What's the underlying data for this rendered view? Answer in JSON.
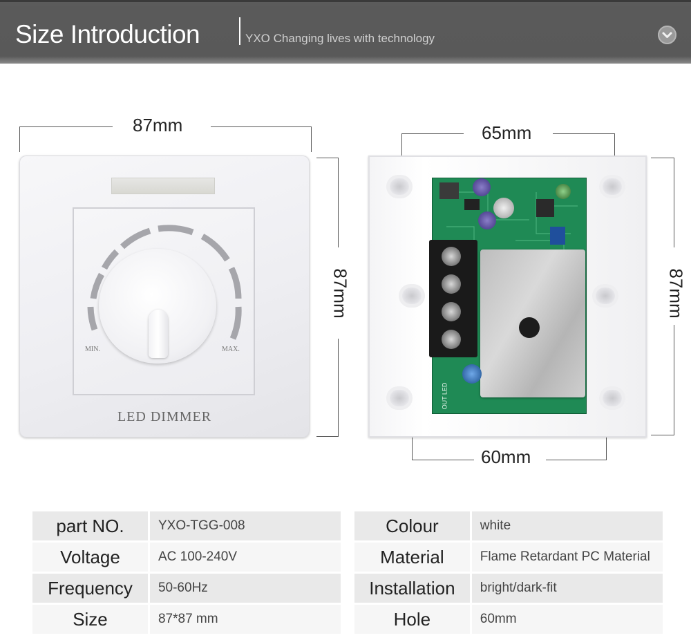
{
  "header": {
    "title": "Size Introduction",
    "tagline": "YXO Changing lives with technology",
    "chevron_icon": "chevron-down-icon"
  },
  "dimensions": {
    "front_width": "87mm",
    "front_height": "87mm",
    "back_top_width": "65mm",
    "back_height": "87mm",
    "back_bottom_width": "60mm"
  },
  "front_panel": {
    "label": "LED DIMMER",
    "min_label": "MIN.",
    "max_label": "MAX."
  },
  "back_panel": {
    "pcb_label": "OUT LED"
  },
  "specs_left": [
    {
      "key": "part NO.",
      "value": "YXO-TGG-008"
    },
    {
      "key": "Voltage",
      "value": "AC 100-240V"
    },
    {
      "key": "Frequency",
      "value": "50-60Hz"
    },
    {
      "key": "Size",
      "value": "87*87 mm"
    }
  ],
  "specs_right": [
    {
      "key": "Colour",
      "value": "white"
    },
    {
      "key": "Material",
      "value": "Flame Retardant PC Material"
    },
    {
      "key": "Installation",
      "value": "bright/dark-fit"
    },
    {
      "key": "Hole",
      "value": "60mm"
    }
  ],
  "colors": {
    "header_bg": "#595959",
    "pcb_green": "#1f8a55"
  }
}
